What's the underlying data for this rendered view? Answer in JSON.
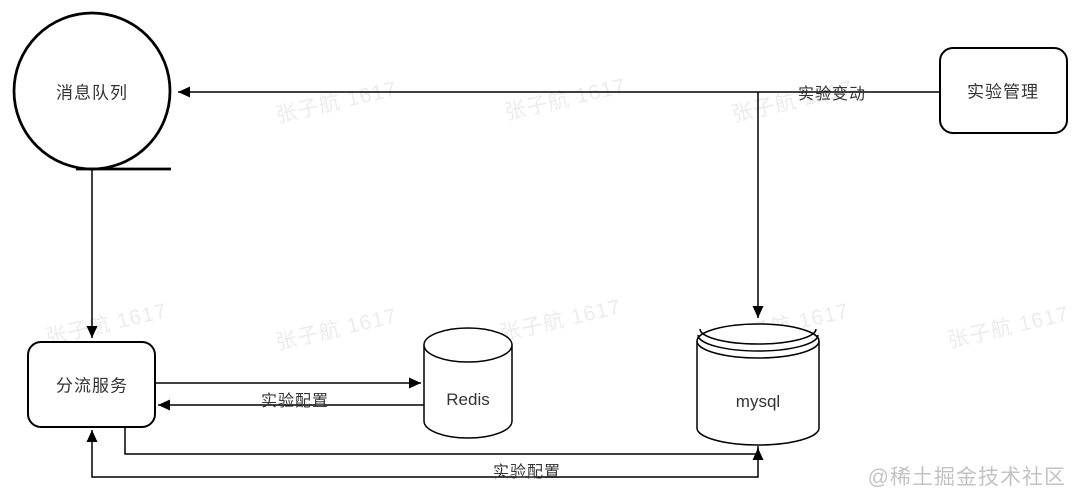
{
  "diagram": {
    "nodes": {
      "message_queue": {
        "label": "消息队列",
        "shape": "circle"
      },
      "experiment_management": {
        "label": "实验管理",
        "shape": "rounded-rect"
      },
      "split_service": {
        "label": "分流服务",
        "shape": "rounded-rect"
      },
      "redis": {
        "label": "Redis",
        "shape": "cylinder"
      },
      "mysql": {
        "label": "mysql",
        "shape": "cylinder"
      }
    },
    "edges": [
      {
        "from": "experiment_management",
        "to": "message_queue",
        "label": "实验变动"
      },
      {
        "from": "experiment_management",
        "to": "mysql",
        "label": ""
      },
      {
        "from": "message_queue",
        "to": "split_service",
        "label": ""
      },
      {
        "from": "split_service",
        "to": "redis",
        "label": ""
      },
      {
        "from": "redis",
        "to": "split_service",
        "label": "实验配置"
      },
      {
        "from": "split_service",
        "to": "mysql",
        "label": ""
      },
      {
        "from": "mysql",
        "to": "split_service",
        "label": "实验配置"
      }
    ]
  },
  "watermark": {
    "tile_text": "张子航 1617",
    "credit_text": "@稀土掘金技术社区"
  },
  "colors": {
    "line": "#000000",
    "text": "#333333",
    "node_fill": "#ffffff",
    "background": "#ffffff",
    "tile_watermark": "rgba(0,0,0,0.08)",
    "credit_watermark": "#c3c3c3"
  }
}
